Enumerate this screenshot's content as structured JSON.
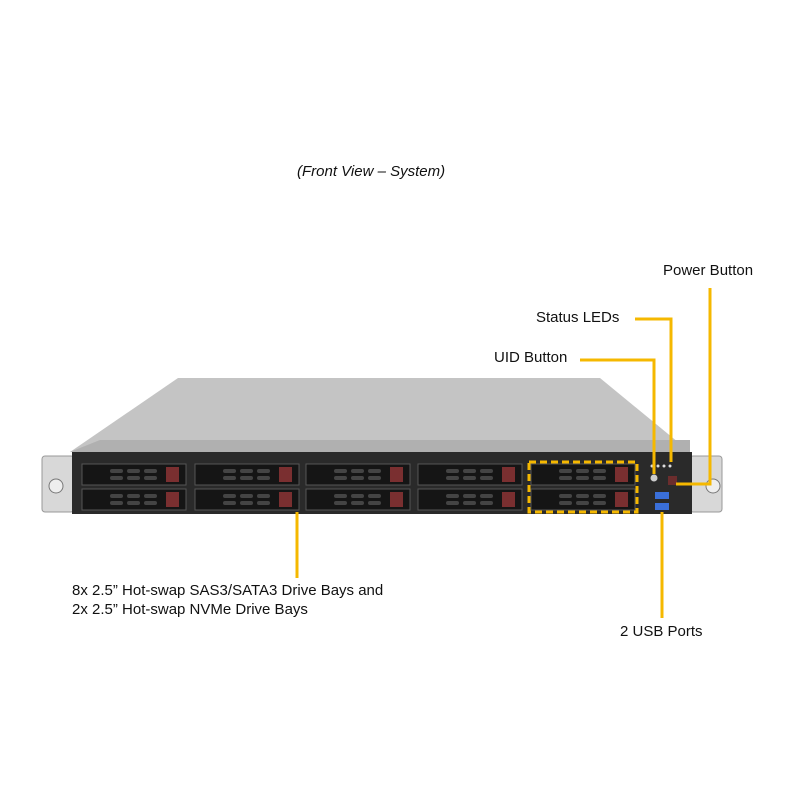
{
  "title": "(Front View – System)",
  "callouts": {
    "power_button": "Power Button",
    "status_leds": "Status LEDs",
    "uid_button": "UID Button",
    "usb_ports": "2 USB Ports",
    "drive_bays_line1": "8x 2.5” Hot-swap SAS3/SATA3 Drive Bays and",
    "drive_bays_line2": "2x 2.5” Hot-swap NVMe Drive Bays"
  },
  "colors": {
    "callout_line": "#f5b800",
    "drive_latch": "#7a2f30",
    "chassis": "#bdbdbd",
    "front": "#2a2a2a"
  }
}
